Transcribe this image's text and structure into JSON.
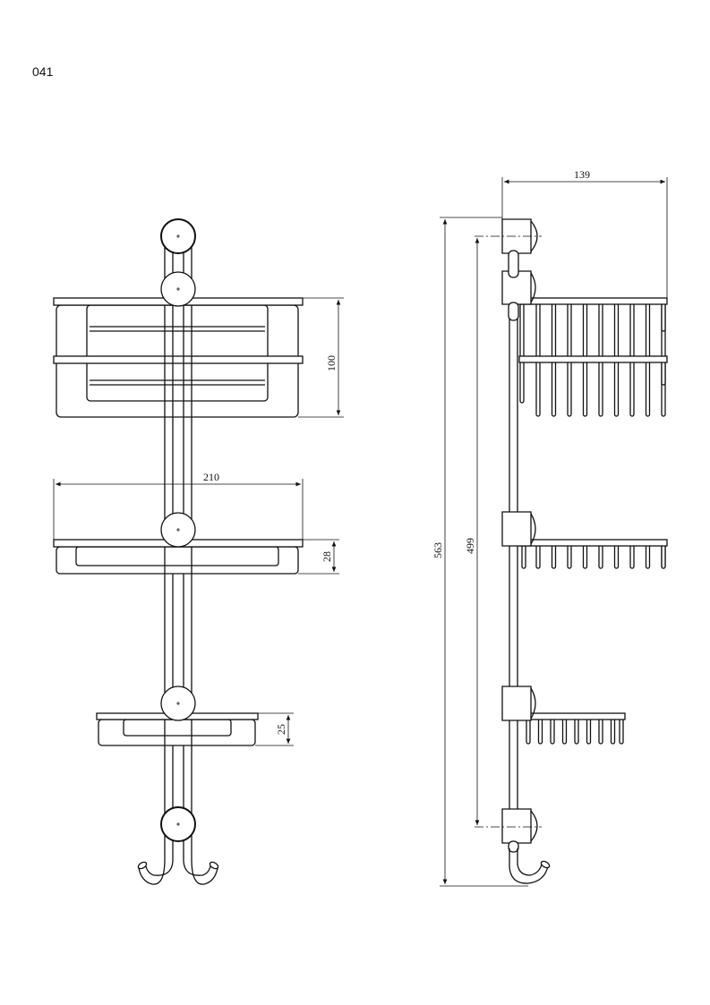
{
  "drawing": {
    "code": "041",
    "front_view": {
      "basket_height": "100",
      "shelf_width": "210",
      "middle_shelf_height": "28",
      "bottom_shelf_height": "25"
    },
    "side_view": {
      "depth": "139",
      "overall_height": "563",
      "mount_spacing": "499"
    }
  }
}
